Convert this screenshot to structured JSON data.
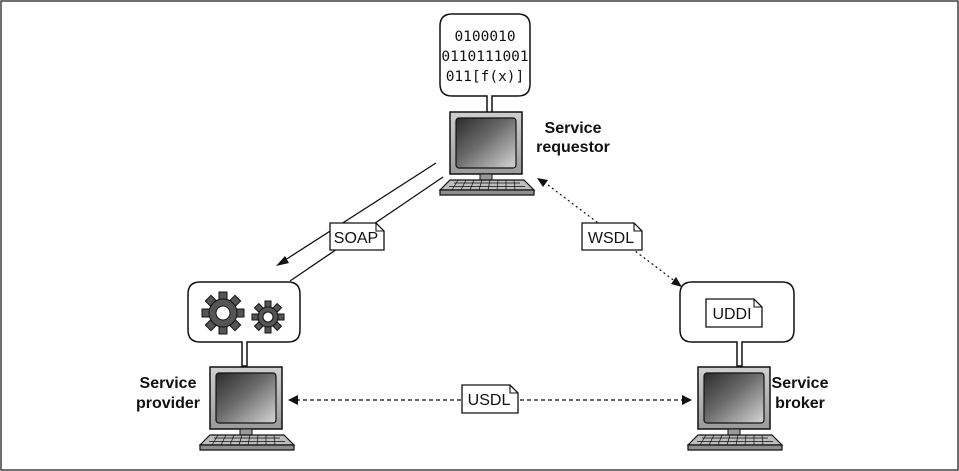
{
  "requestor": {
    "label_line1": "Service",
    "label_line2": "requestor",
    "bubble_lines": [
      "0100010",
      "0110111001",
      "011[f(x)]"
    ]
  },
  "provider": {
    "label_line1": "Service",
    "label_line2": "provider",
    "bubble_icon": "gears-icon"
  },
  "broker": {
    "label_line1": "Service",
    "label_line2": "broker",
    "bubble_doc": "UDDI"
  },
  "connections": {
    "soap": "SOAP",
    "wsdl": "WSDL",
    "usdl": "USDL"
  },
  "colors": {
    "stroke": "#111111",
    "screen_dark": "#3a3a3a",
    "screen_light": "#c8c8c8",
    "gear": "#555555"
  }
}
